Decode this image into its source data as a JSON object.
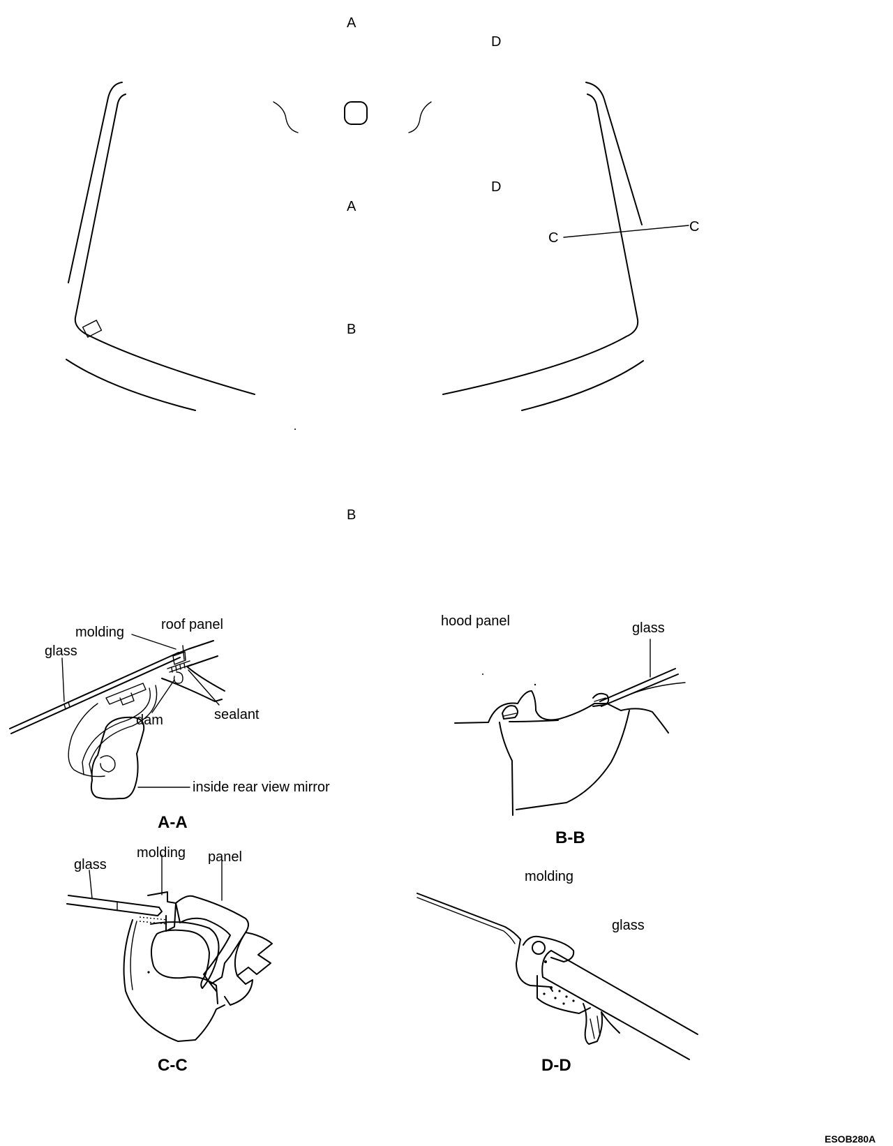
{
  "windshield": {
    "markers": {
      "a_top": "A",
      "a_bottom": "A",
      "b_top": "B",
      "b_bottom": "B",
      "c_left": "C",
      "c_right": "C",
      "d_top": "D",
      "d_bottom": "D"
    }
  },
  "section_aa": {
    "title": "A-A",
    "labels": {
      "molding": "molding",
      "roof_panel": "roof panel",
      "glass": "glass",
      "dam": "dam",
      "sealant": "sealant",
      "mirror": "inside rear view mirror"
    }
  },
  "section_bb": {
    "title": "B-B",
    "labels": {
      "hood_panel": "hood panel",
      "glass": "glass"
    }
  },
  "section_cc": {
    "title": "C-C",
    "labels": {
      "glass": "glass",
      "molding": "molding",
      "panel": "panel"
    }
  },
  "section_dd": {
    "title": "D-D",
    "labels": {
      "molding": "molding",
      "glass": "glass"
    }
  },
  "figure_code": "ESOB280A"
}
